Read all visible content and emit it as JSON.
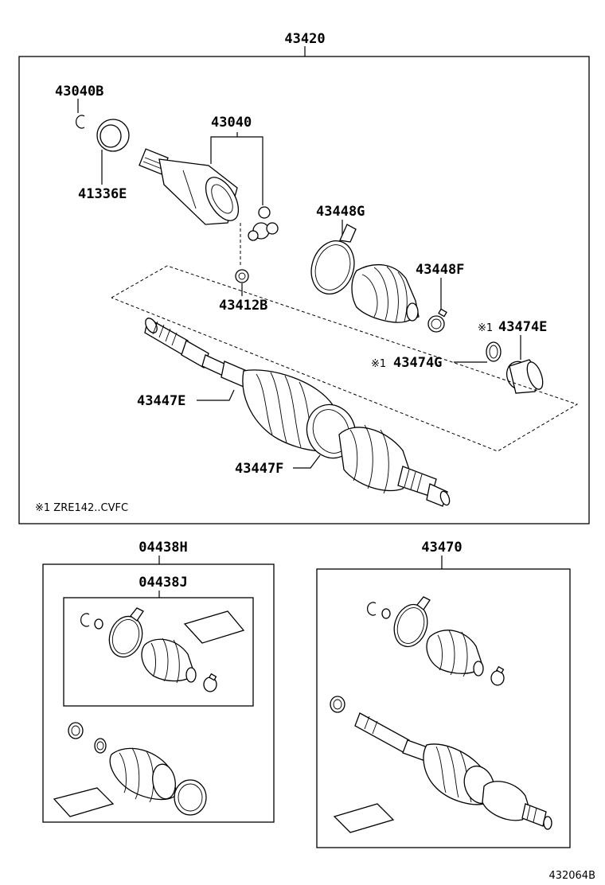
{
  "labels": {
    "assy": "43420",
    "snap_ring": "43040B",
    "seal": "41336E",
    "inboard_joint": "43040",
    "clamp_g": "43448G",
    "clamp_f": "43448F",
    "ring_b": "43412B",
    "damper_e": "43474E",
    "damper_g": "43474G",
    "boot_e": "43447E",
    "boot_f": "43447F",
    "kit_h": "04438H",
    "kit_j": "04438J",
    "outboard_joint": "43470",
    "fig_no": "432064B"
  },
  "markers": {
    "note1": "※1",
    "note2": "※1"
  },
  "footnote": "※1 ZRE142..CVFC"
}
